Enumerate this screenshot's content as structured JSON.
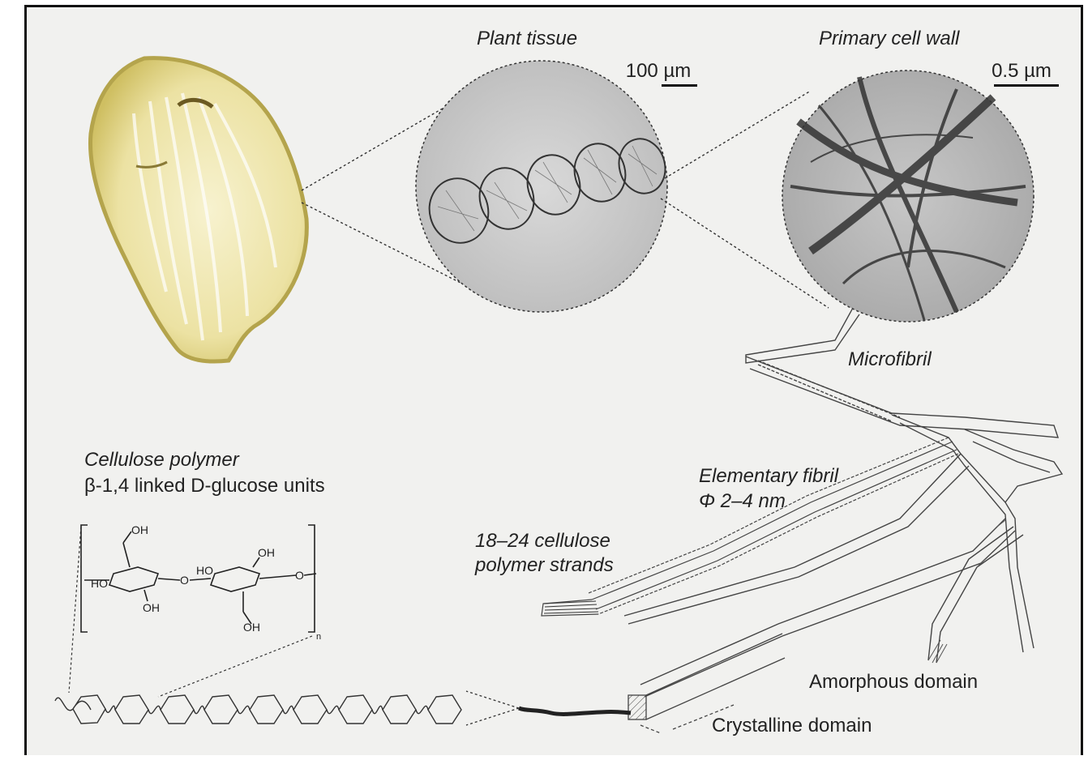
{
  "labels": {
    "plant_tissue": "Plant tissue",
    "scale_tissue": "100 µm",
    "primary_cell_wall": "Primary cell wall",
    "scale_wall": "0.5 µm",
    "microfibril": "Microfibril",
    "cellulose_polymer": "Cellulose polymer",
    "cellulose_link": "β-1,4 linked D-glucose units",
    "elementary_fibril": "Elementary fibril",
    "fibril_diameter": "Φ 2–4 nm",
    "strands_line1": "18–24 cellulose",
    "strands_line2": "polymer strands",
    "amorphous": "Amorphous domain",
    "crystalline": "Crystalline domain"
  },
  "chem": {
    "oh_top_left": "OH",
    "ho_left": "HO",
    "oh_bottom_left": "OH",
    "o_link": "O",
    "ho_mid": "HO",
    "oh_right_top": "OH",
    "oh_bottom_right": "OH",
    "o_ring": "O",
    "repeat": "n"
  },
  "colors": {
    "background": "#f1f1ef",
    "ink": "#222222",
    "vegetable_flesh": "#efe7b0",
    "vegetable_skin": "#c2b55e",
    "micrograph_bg": "#cfcfcf"
  }
}
